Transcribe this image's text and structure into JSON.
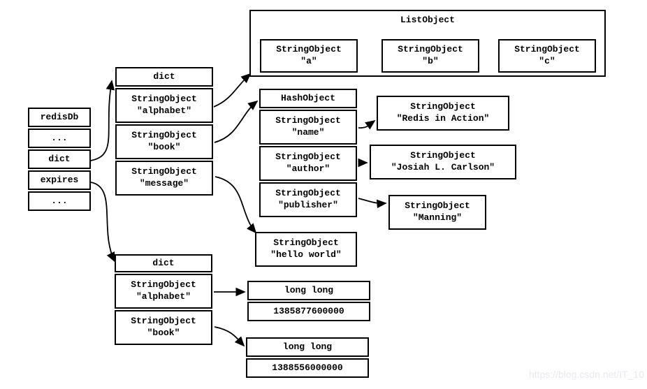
{
  "colors": {
    "line": "#000000",
    "background": "#ffffff",
    "watermark": "#e9e9ef"
  },
  "watermark": "https://blog.csdn.net/IT_10",
  "diagram": {
    "redisdb": {
      "rows": [
        "redisDb",
        "...",
        "dict",
        "expires",
        "..."
      ]
    },
    "dict_top": {
      "header": "dict",
      "entries": [
        {
          "type": "StringObject",
          "value": "\"alphabet\""
        },
        {
          "type": "StringObject",
          "value": "\"book\""
        },
        {
          "type": "StringObject",
          "value": "\"message\""
        }
      ]
    },
    "list_object": {
      "title": "ListObject",
      "items": [
        {
          "type": "StringObject",
          "value": "\"a\""
        },
        {
          "type": "StringObject",
          "value": "\"b\""
        },
        {
          "type": "StringObject",
          "value": "\"c\""
        }
      ]
    },
    "hash_object": {
      "header": "HashObject",
      "entries": [
        {
          "type": "StringObject",
          "value": "\"name\""
        },
        {
          "type": "StringObject",
          "value": "\"author\""
        },
        {
          "type": "StringObject",
          "value": "\"publisher\""
        }
      ]
    },
    "string_values": {
      "redis_in_action": {
        "type": "StringObject",
        "value": "\"Redis in Action\""
      },
      "josiah": {
        "type": "StringObject",
        "value": "\"Josiah L. Carlson\""
      },
      "manning": {
        "type": "StringObject",
        "value": "\"Manning\""
      },
      "hello_world": {
        "type": "StringObject",
        "value": "\"hello world\""
      }
    },
    "dict_bottom": {
      "header": "dict",
      "entries": [
        {
          "type": "StringObject",
          "value": "\"alphabet\""
        },
        {
          "type": "StringObject",
          "value": "\"book\""
        }
      ]
    },
    "long_values": {
      "alphabet_expire": {
        "type": "long long",
        "value": "1385877600000"
      },
      "book_expire": {
        "type": "long long",
        "value": "1388556000000"
      }
    }
  }
}
